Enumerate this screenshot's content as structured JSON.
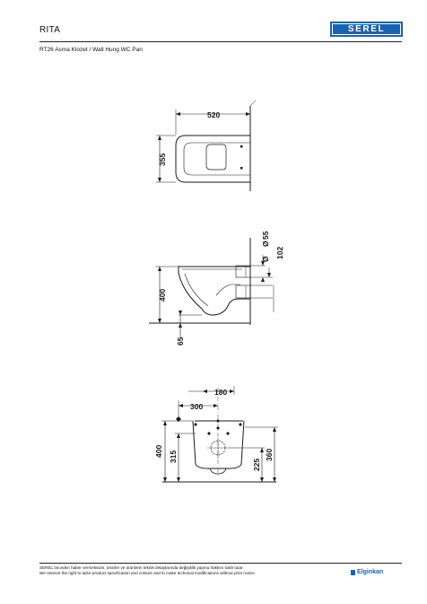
{
  "header": {
    "title": "RITA",
    "brand_logo": "SEREL",
    "subtitle": "RT26 Asma Klozet / Wall Hung WC Pan"
  },
  "dimensions": {
    "top_view": {
      "width": "520",
      "depth": "355"
    },
    "side_view": {
      "pipe_diameter_small": "55",
      "pipe_diameter_large": "102",
      "height": "400",
      "floor_clearance": "65"
    },
    "front_view": {
      "half_width_left": "300",
      "half_width_right": "180",
      "height_total": "400",
      "height_inner": "315",
      "drain_height": "225",
      "outlet_height": "360"
    },
    "diameter_symbol": "Ø"
  },
  "footer": {
    "line1": "SEREL önceden haber vermeksizin, ürünler ve ürünlerin teknik detaylarında değişiklik yapma hakkını saklı tutar.",
    "line2": "We reserve the right to tailor product specification and colours and to make technical modifications without prior notice.",
    "company": "Elginkan"
  },
  "colors": {
    "brand_blue": "#1a63b0",
    "line": "#1a1a1a"
  }
}
